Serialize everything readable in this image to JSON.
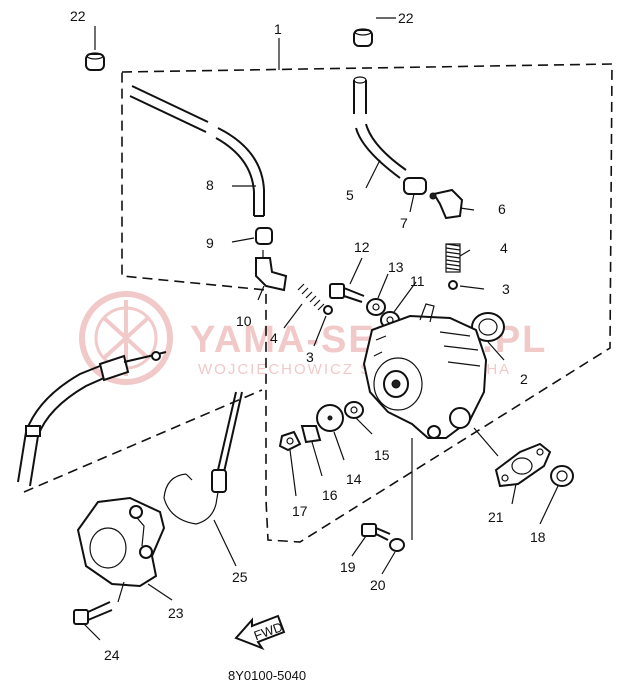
{
  "watermark": {
    "brand": "YAMA-SERWIS.PL",
    "sub": "WOJCIECHOWICZ SERWIS YAMAHA",
    "logo": "yamaha-tuning-fork-logo",
    "color": "#f1c9c9"
  },
  "labels": {
    "p1": "1",
    "p2": "2",
    "p3a": "3",
    "p3b": "3",
    "p4a": "4",
    "p4b": "4",
    "p5": "5",
    "p6": "6",
    "p7": "7",
    "p8": "8",
    "p9": "9",
    "p10": "10",
    "p11": "11",
    "p12": "12",
    "p13": "13",
    "p14": "14",
    "p15": "15",
    "p16": "16",
    "p17": "17",
    "p18": "18",
    "p19": "19",
    "p20": "20",
    "p21": "21",
    "p22a": "22",
    "p22b": "22",
    "p23": "23",
    "p24": "24",
    "p25": "25"
  },
  "front_arrow": "FWD",
  "diagram_code": "8Y0100-5040"
}
